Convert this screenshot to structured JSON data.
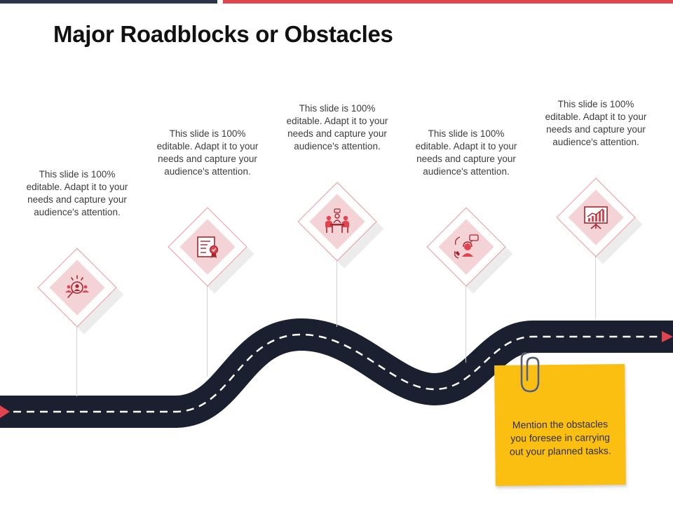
{
  "title": "Major Roadblocks or Obstacles",
  "milestones": [
    {
      "text": "This slide is 100% editable. Adapt it to your needs and capture your audience's attention.",
      "icon": "search-people-icon"
    },
    {
      "text": "This slide is 100% editable. Adapt it to your needs and capture your audience's attention.",
      "icon": "certificate-icon"
    },
    {
      "text": "This slide is 100% editable. Adapt it to your needs and capture your audience's attention.",
      "icon": "meeting-icon"
    },
    {
      "text": "This slide is 100% editable. Adapt it to your needs and capture your audience's attention.",
      "icon": "customer-support-icon"
    },
    {
      "text": "This slide is 100% editable. Adapt it to your needs and capture your audience's attention.",
      "icon": "growth-chart-icon"
    }
  ],
  "note": {
    "text": "Mention the obstacles you foresee in carrying out your planned tasks."
  },
  "colors": {
    "accent": "#e0444f",
    "dark": "#2d3447",
    "road": "#1b2030",
    "note": "#fbbf12",
    "icon": "#a8262f"
  }
}
